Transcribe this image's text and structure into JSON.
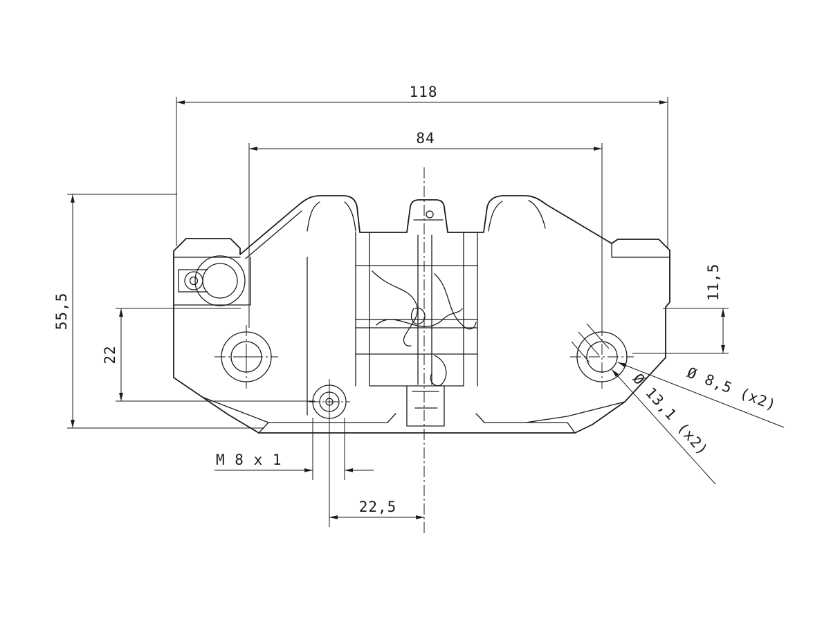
{
  "drawing": {
    "background": "#ffffff",
    "line_color": "#1a1a1a",
    "dim_overall_width": "118",
    "dim_mount_spacing": "84",
    "dim_overall_height": "55,5",
    "dim_lower_height": "22",
    "dim_right_offset": "11,5",
    "dim_thread": "M 8 x 1",
    "dim_center_offset": "22,5",
    "dim_hole_small": "Ø 8,5  (x2)",
    "dim_hole_large": "Ø 13,1  (x2)"
  }
}
